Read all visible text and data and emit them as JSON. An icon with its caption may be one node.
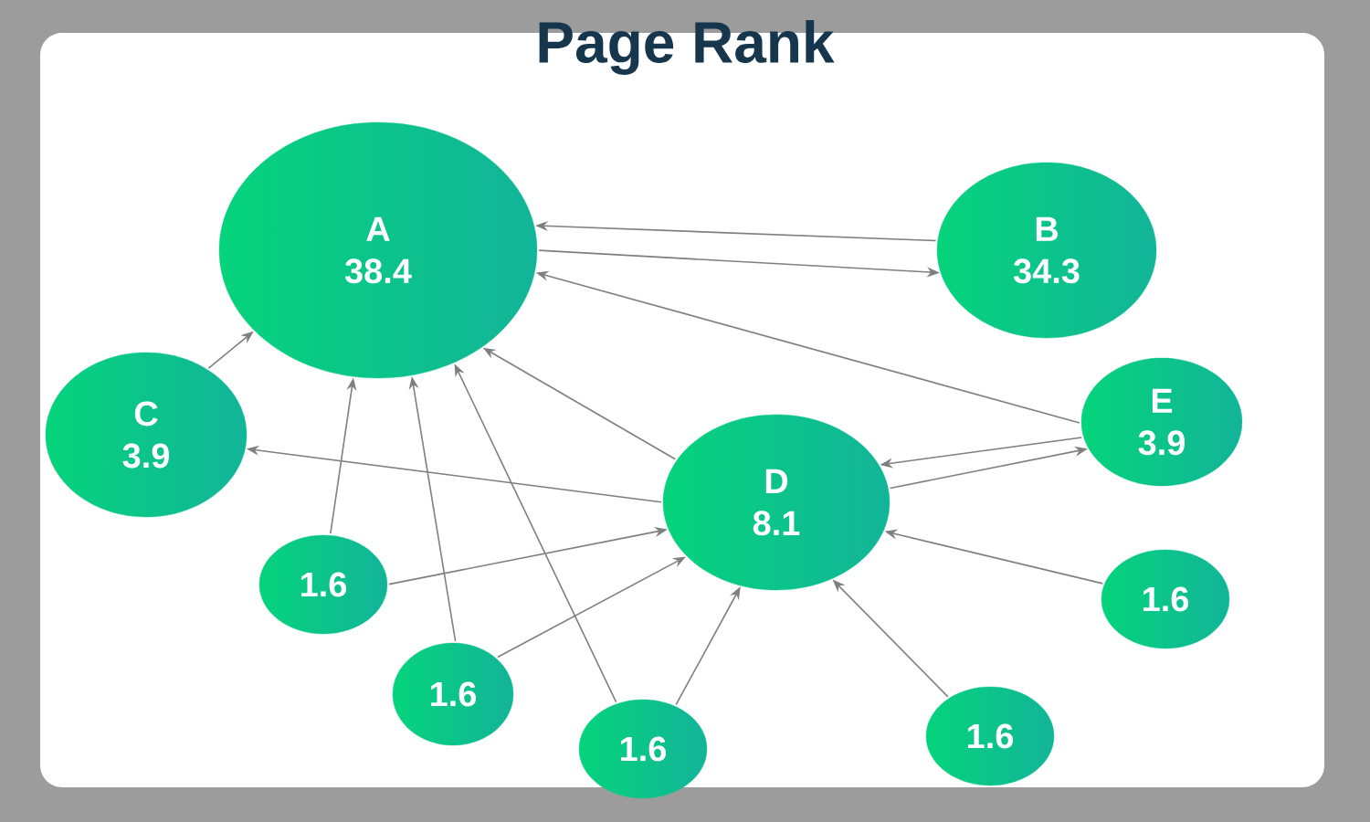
{
  "diagram": {
    "title": "Page Rank",
    "nodes": [
      {
        "text": [
          "A",
          "38.4"
        ]
      },
      {
        "text": [
          "B",
          "34.3"
        ]
      },
      {
        "text": [
          "C",
          "3.9"
        ]
      },
      {
        "text": [
          "D",
          "8.1"
        ]
      },
      {
        "text": [
          "E",
          "3.9"
        ]
      },
      {
        "text": [
          "1.6"
        ]
      },
      {
        "text": [
          "1.6"
        ]
      },
      {
        "text": [
          "1.6"
        ]
      },
      {
        "text": [
          "1.6"
        ]
      },
      {
        "text": [
          "1.6"
        ]
      }
    ],
    "edges": [
      {
        "from": 1,
        "to": 0,
        "arrow": "to"
      },
      {
        "from": 0,
        "to": 1,
        "arrow": "to"
      },
      {
        "from": 4,
        "to": 0,
        "arrow": "to"
      },
      {
        "from": 2,
        "to": 0,
        "arrow": "to"
      },
      {
        "from": 3,
        "to": 0,
        "arrow": "to"
      },
      {
        "from": 3,
        "to": 2,
        "arrow": "to"
      },
      {
        "from": 4,
        "to": 3,
        "arrow": "to"
      },
      {
        "from": 3,
        "to": 4,
        "arrow": "to"
      },
      {
        "from": 5,
        "to": 0,
        "arrow": "to"
      },
      {
        "from": 5,
        "to": 3,
        "arrow": "to"
      },
      {
        "from": 7,
        "to": 0,
        "arrow": "to"
      },
      {
        "from": 7,
        "to": 3,
        "arrow": "to"
      },
      {
        "from": 8,
        "to": 0,
        "arrow": "to"
      },
      {
        "from": 8,
        "to": 3,
        "arrow": "to"
      },
      {
        "from": 6,
        "to": 3,
        "arrow": "to"
      },
      {
        "from": 9,
        "to": 3,
        "arrow": "to"
      }
    ]
  }
}
